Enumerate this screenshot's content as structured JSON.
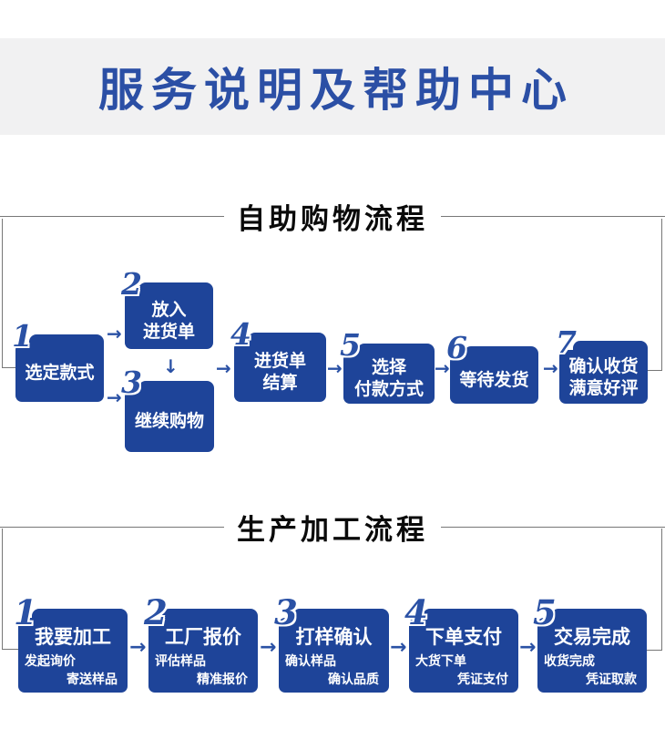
{
  "page": {
    "title": "服务说明及帮助中心",
    "colors": {
      "box_blue": "#1e4499",
      "accent_blue": "#2a51a5",
      "title_blue": "#2b4fa5",
      "band_gray": "#f1f1f2",
      "line_gray": "#777777"
    }
  },
  "shopping_flow": {
    "heading": "自助购物流程",
    "arrow_right": "→",
    "arrow_down": "↓",
    "steps": [
      {
        "num": "1",
        "lines": [
          "选定款式"
        ]
      },
      {
        "num": "2",
        "lines": [
          "放入",
          "进货单"
        ]
      },
      {
        "num": "3",
        "lines": [
          "继续购物"
        ]
      },
      {
        "num": "4",
        "lines": [
          "进货单",
          "结算"
        ]
      },
      {
        "num": "5",
        "lines": [
          "选择",
          "付款方式"
        ]
      },
      {
        "num": "6",
        "lines": [
          "等待发货"
        ]
      },
      {
        "num": "7",
        "lines": [
          "确认收货",
          "满意好评"
        ]
      }
    ]
  },
  "production_flow": {
    "heading": "生产加工流程",
    "arrow_right": "→",
    "steps": [
      {
        "num": "1",
        "title": "我要加工",
        "sub_left": "发起询价",
        "sub_right": "寄送样品"
      },
      {
        "num": "2",
        "title": "工厂报价",
        "sub_left": "评估样品",
        "sub_right": "精准报价"
      },
      {
        "num": "3",
        "title": "打样确认",
        "sub_left": "确认样品",
        "sub_right": "确认品质"
      },
      {
        "num": "4",
        "title": "下单支付",
        "sub_left": "大货下单",
        "sub_right": "凭证支付"
      },
      {
        "num": "5",
        "title": "交易完成",
        "sub_left": "收货完成",
        "sub_right": "凭证取款"
      }
    ]
  }
}
